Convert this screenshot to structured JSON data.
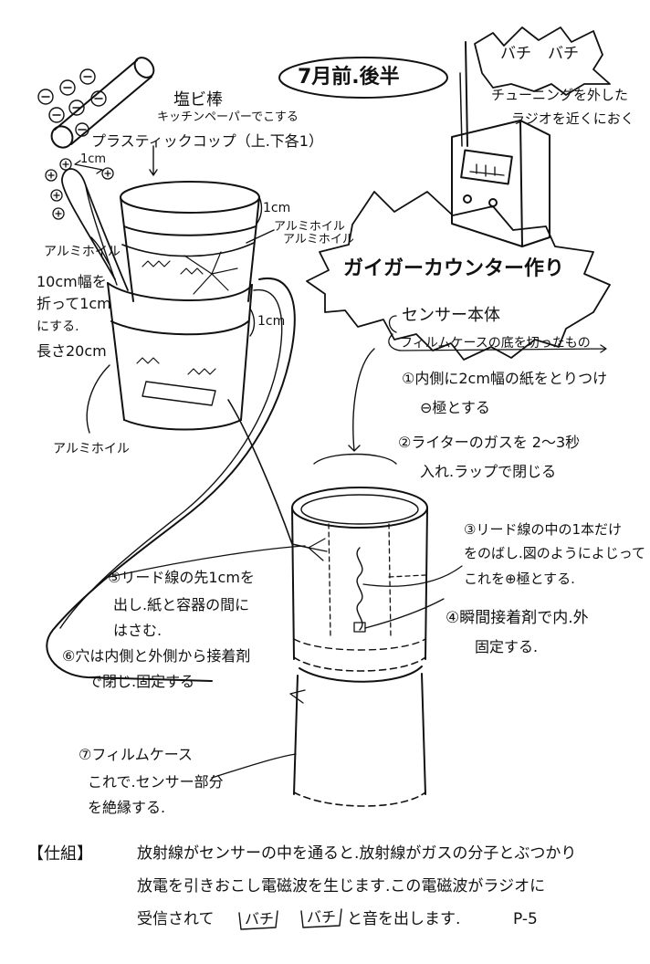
{
  "title_event": "7月前.後半",
  "title_main": "ガイガーカウンター作り",
  "radio": {
    "bubble_sound1": "バチ",
    "bubble_sound2": "バチ",
    "tuning_note": "チューニングを外した",
    "proximity_note": "ラジオを近くにおく"
  },
  "pipe": {
    "label": "塩ビ棒",
    "note": "キッチンペーパーでこする"
  },
  "cup_label": "プラスティックコップ（上.下各1）",
  "foil": {
    "gap": "1cm",
    "cup_gap": "1cm",
    "label_top": "アルミホイル",
    "label_side": "アルミホイル",
    "label_bottom": "アルミホイル",
    "label_left": "アルミホイル",
    "note_line1": "10cm幅を",
    "note_line2": "折って1cm",
    "note_line3": "にする.",
    "note_line4": "長さ20cm",
    "rim_gap": "1cm"
  },
  "sensor": {
    "heading": "センサー本体",
    "subheading": "フィルムケースの底を切ったもの",
    "step1_line1": "①内側に2cm幅の紙をとりつけ",
    "step1_line2": "⊖極とする",
    "step2_line1": "②ライターのガスを 2〜3秒",
    "step2_line2": "入れ.ラップで閉じる",
    "step3_line1": "③リード線の中の1本だけ",
    "step3_line2": "をのばし.図のようによじって",
    "step3_line3": "これを⊕極とする.",
    "step4_line1": "④瞬間接着剤で内.外",
    "step4_line2": "固定する.",
    "step5_line1": "⑤リード線の先1cmを",
    "step5_line2": "出し.紙と容器の間に",
    "step5_line3": "はさむ.",
    "step6_line1": "⑥穴は内側と外側から接着剤",
    "step6_line2": "で閉じ.固定する",
    "step7_line1": "⑦フィルムケース",
    "step7_line2": "これで.センサー部分",
    "step7_line3": "を絶縁する."
  },
  "mechanism": {
    "label": "【仕組】",
    "line1": "放射線がセンサーの中を通ると.放射線がガスの分子とぶつかり",
    "line2": "放電を引きおこし電磁波を生じます.この電磁波がラジオに",
    "line3_pre": "受信されて",
    "sound1": "バチ",
    "sound2": "バチ",
    "line3_post": "と音を出します.",
    "page": "P-5"
  }
}
